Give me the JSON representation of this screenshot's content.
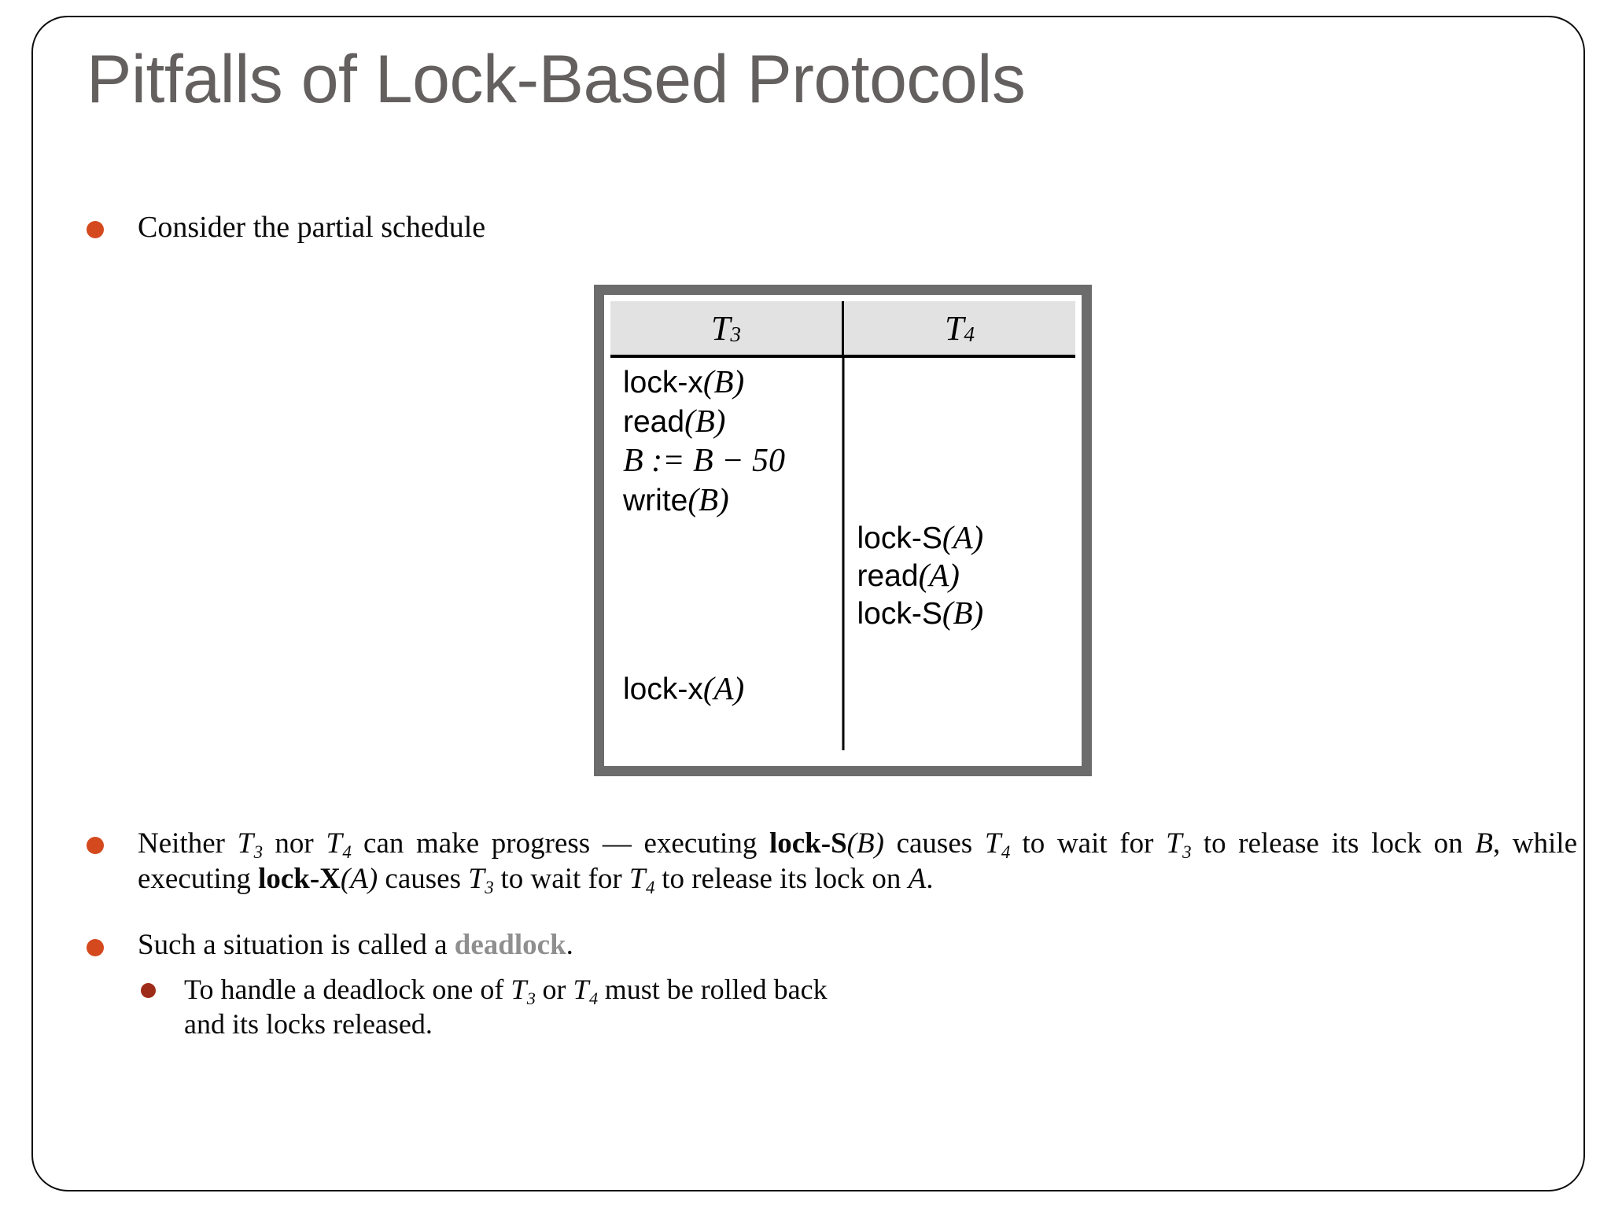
{
  "slide": {
    "title": "Pitfalls of Lock-Based Protocols"
  },
  "bullets": {
    "consider": "Consider the partial schedule",
    "neither": {
      "p1": "Neither ",
      "t3a": "T",
      "t3a_sub": "3",
      "p2": " nor ",
      "t4a": "T",
      "t4a_sub": "4",
      "p3": " can make progress — executing  ",
      "lockS_bold": "lock-S",
      "lockS_arg": "(B)",
      "p4": " causes ",
      "t4b": "T",
      "t4b_sub": "4",
      "p5": " to wait for ",
      "t3b": "T",
      "t3b_sub": "3",
      "p6": " to release its lock on ",
      "varB": "B",
      "p7": ", while executing  ",
      "lockX_bold": "lock-X",
      "lockX_arg": "(A)",
      "p8": " causes ",
      "t3c": "T",
      "t3c_sub": "3",
      "p9": "  to wait for ",
      "t4c": "T",
      "t4c_sub": "4",
      "p10": " to release its lock on ",
      "varA": "A",
      "p11": "."
    },
    "such": {
      "p1": "Such a situation is called a ",
      "keyword": "deadlock",
      "p2": "."
    },
    "to_handle": {
      "p1": "To handle a deadlock one of ",
      "t3": "T",
      "t3_sub": "3",
      "p2": " or ",
      "t4": "T",
      "t4_sub": "4",
      "p3": " must be rolled back",
      "line2": "and its locks released."
    }
  },
  "schedule_table": {
    "headers": [
      {
        "name": "T",
        "sub": "3"
      },
      {
        "name": "T",
        "sub": "4"
      }
    ],
    "t3_operations": [
      {
        "op": "lock-x",
        "arg": "(B)"
      },
      {
        "op": "read",
        "arg": "(B)"
      },
      {
        "expr": "B := B − 50"
      },
      {
        "op": "write",
        "arg": "(B)"
      },
      {
        "op": "lock-x",
        "arg": "(A)"
      }
    ],
    "t4_operations": [
      {
        "op": "lock-S",
        "arg": "(A)"
      },
      {
        "op": "read",
        "arg": "(A)"
      },
      {
        "op": "lock-S",
        "arg": "(B)"
      }
    ]
  },
  "colors": {
    "title": "#63605f",
    "bullet": "#d4491e",
    "sub_bullet": "#9e2b18",
    "keyword_gray": "#8f8f8f",
    "table_border": "#6d6c6c",
    "table_header_bg": "#e2e2e2"
  }
}
